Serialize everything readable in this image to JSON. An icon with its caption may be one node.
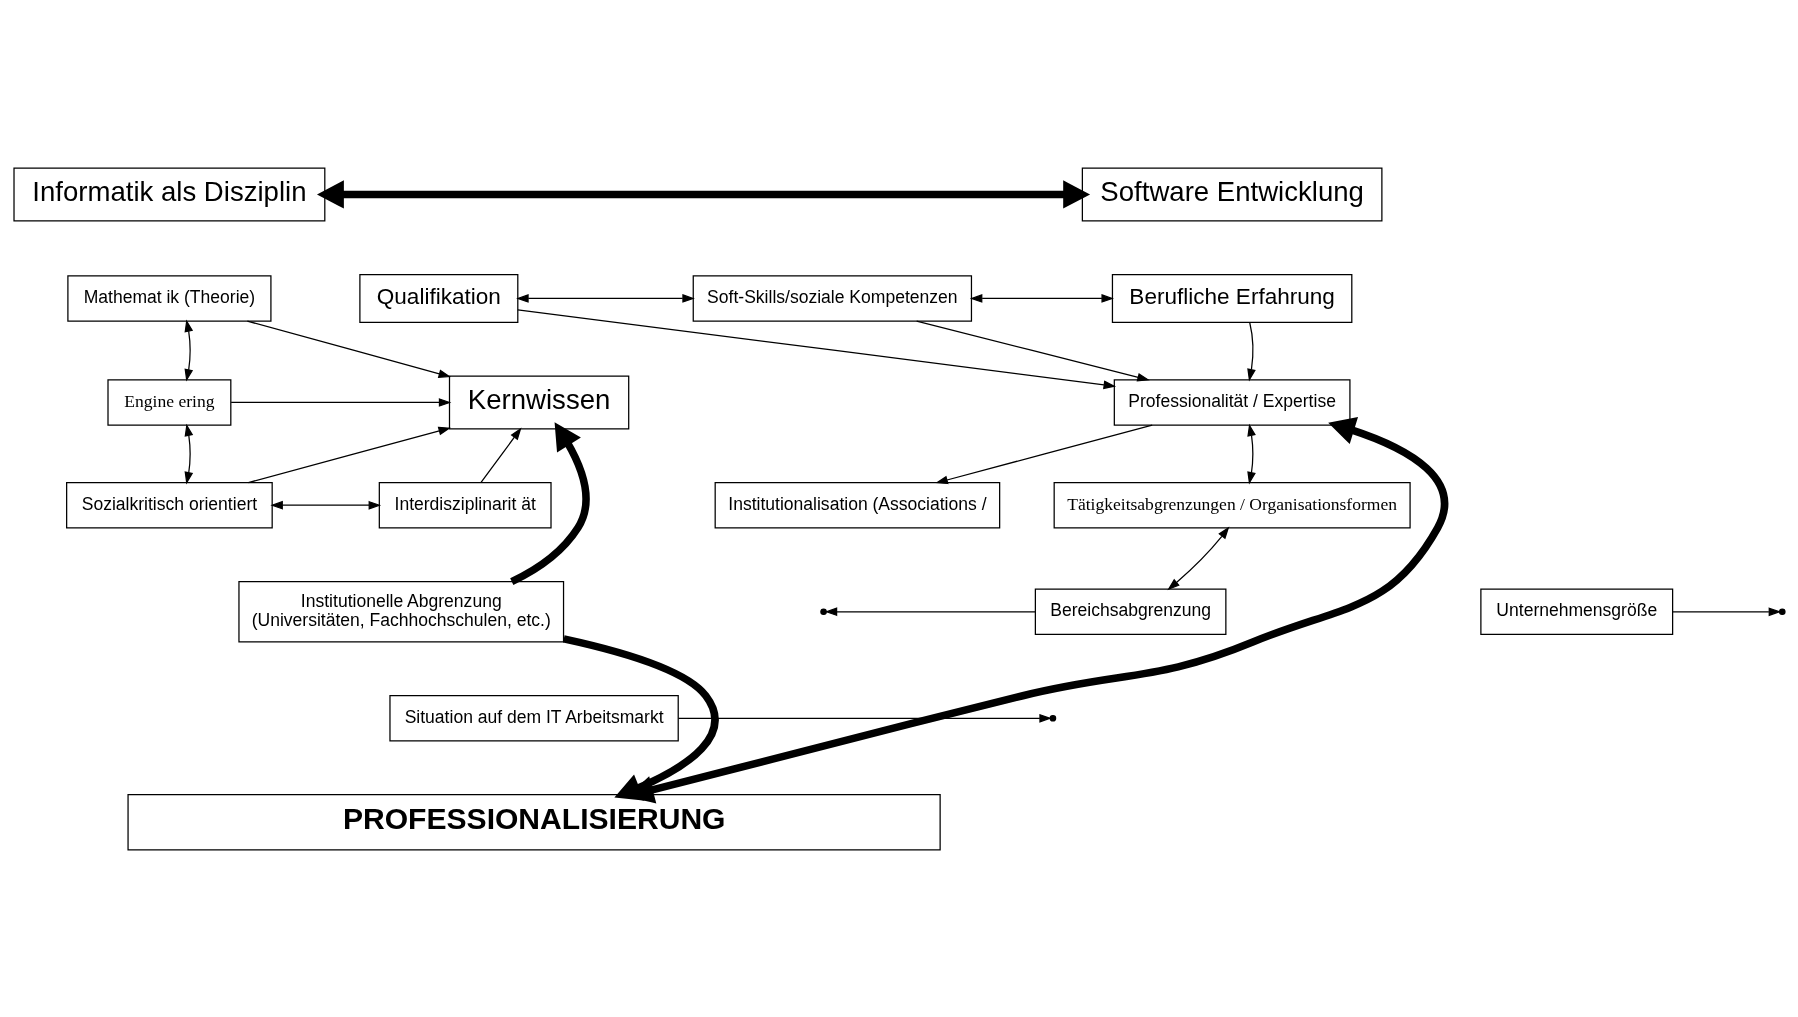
{
  "diagram": {
    "nodes": [
      {
        "text": [
          "Informatik als Disziplin"
        ]
      },
      {
        "text": [
          "Software Entwicklung"
        ]
      },
      {
        "text": [
          "Mathemat ik (Theorie)"
        ]
      },
      {
        "text": [
          "Engine ering"
        ]
      },
      {
        "text": [
          "Sozialkritisch orientiert"
        ]
      },
      {
        "text": [
          "Kernwissen"
        ]
      },
      {
        "text": [
          "Interdisziplinarit ät"
        ]
      },
      {
        "text": [
          "Institutionelle Abgrenzung",
          "(Universitäten, Fachhochschulen, etc.)"
        ]
      },
      {
        "text": [
          "Qualifikation"
        ]
      },
      {
        "text": [
          "Soft-Skills/soziale Kompetenzen"
        ]
      },
      {
        "text": [
          "Berufliche Erfahrung"
        ]
      },
      {
        "text": [
          "Professionalität / Expertise"
        ]
      },
      {
        "text": [
          "Institutionalisation (Associations /"
        ]
      },
      {
        "text": [
          "Tätigkeitsabgrenzungen / Organisationsformen"
        ]
      },
      {
        "text": [
          "Unternehmensgröße"
        ]
      },
      {
        "text": [
          "Situation auf dem IT Arbeitsmarkt"
        ]
      },
      {
        "text": [
          "Bereichsabgrenzung"
        ]
      },
      {
        "text": [
          "PROFESSIONALISIERUNG"
        ]
      }
    ],
    "edges": [
      {
        "from": 0,
        "to": 1,
        "arrow": "both",
        "style": "thick"
      },
      {
        "from": 2,
        "to": 5,
        "arrow": "to"
      },
      {
        "from": 3,
        "to": 5,
        "arrow": "to"
      },
      {
        "from": 4,
        "to": 5,
        "arrow": "to"
      },
      {
        "from": 2,
        "to": 3,
        "arrow": "both"
      },
      {
        "from": 3,
        "to": 4,
        "arrow": "both"
      },
      {
        "from": 4,
        "to": 6,
        "arrow": "both"
      },
      {
        "from": 6,
        "to": 5,
        "arrow": "to"
      },
      {
        "from": 7,
        "to": 5,
        "arrow": "to",
        "style": "thick"
      },
      {
        "from": 7,
        "to": 17,
        "arrow": "to",
        "style": "thick"
      },
      {
        "from": 8,
        "to": 9,
        "arrow": "both"
      },
      {
        "from": 9,
        "to": 10,
        "arrow": "both"
      },
      {
        "from": 8,
        "to": 11,
        "arrow": "to"
      },
      {
        "from": 9,
        "to": 11,
        "arrow": "to"
      },
      {
        "from": 10,
        "to": 11,
        "arrow": "to"
      },
      {
        "from": 11,
        "to": 12,
        "arrow": "to"
      },
      {
        "from": 11,
        "to": 13,
        "arrow": "both"
      },
      {
        "from": 16,
        "to": 13,
        "arrow": "both"
      },
      {
        "from": 11,
        "to": 17,
        "arrow": "both",
        "style": "thick"
      },
      {
        "from": 14,
        "to": null,
        "arrow": "to"
      },
      {
        "from": 15,
        "to": null,
        "arrow": "to"
      },
      {
        "from": 16,
        "to": null,
        "arrow": "to"
      }
    ]
  }
}
